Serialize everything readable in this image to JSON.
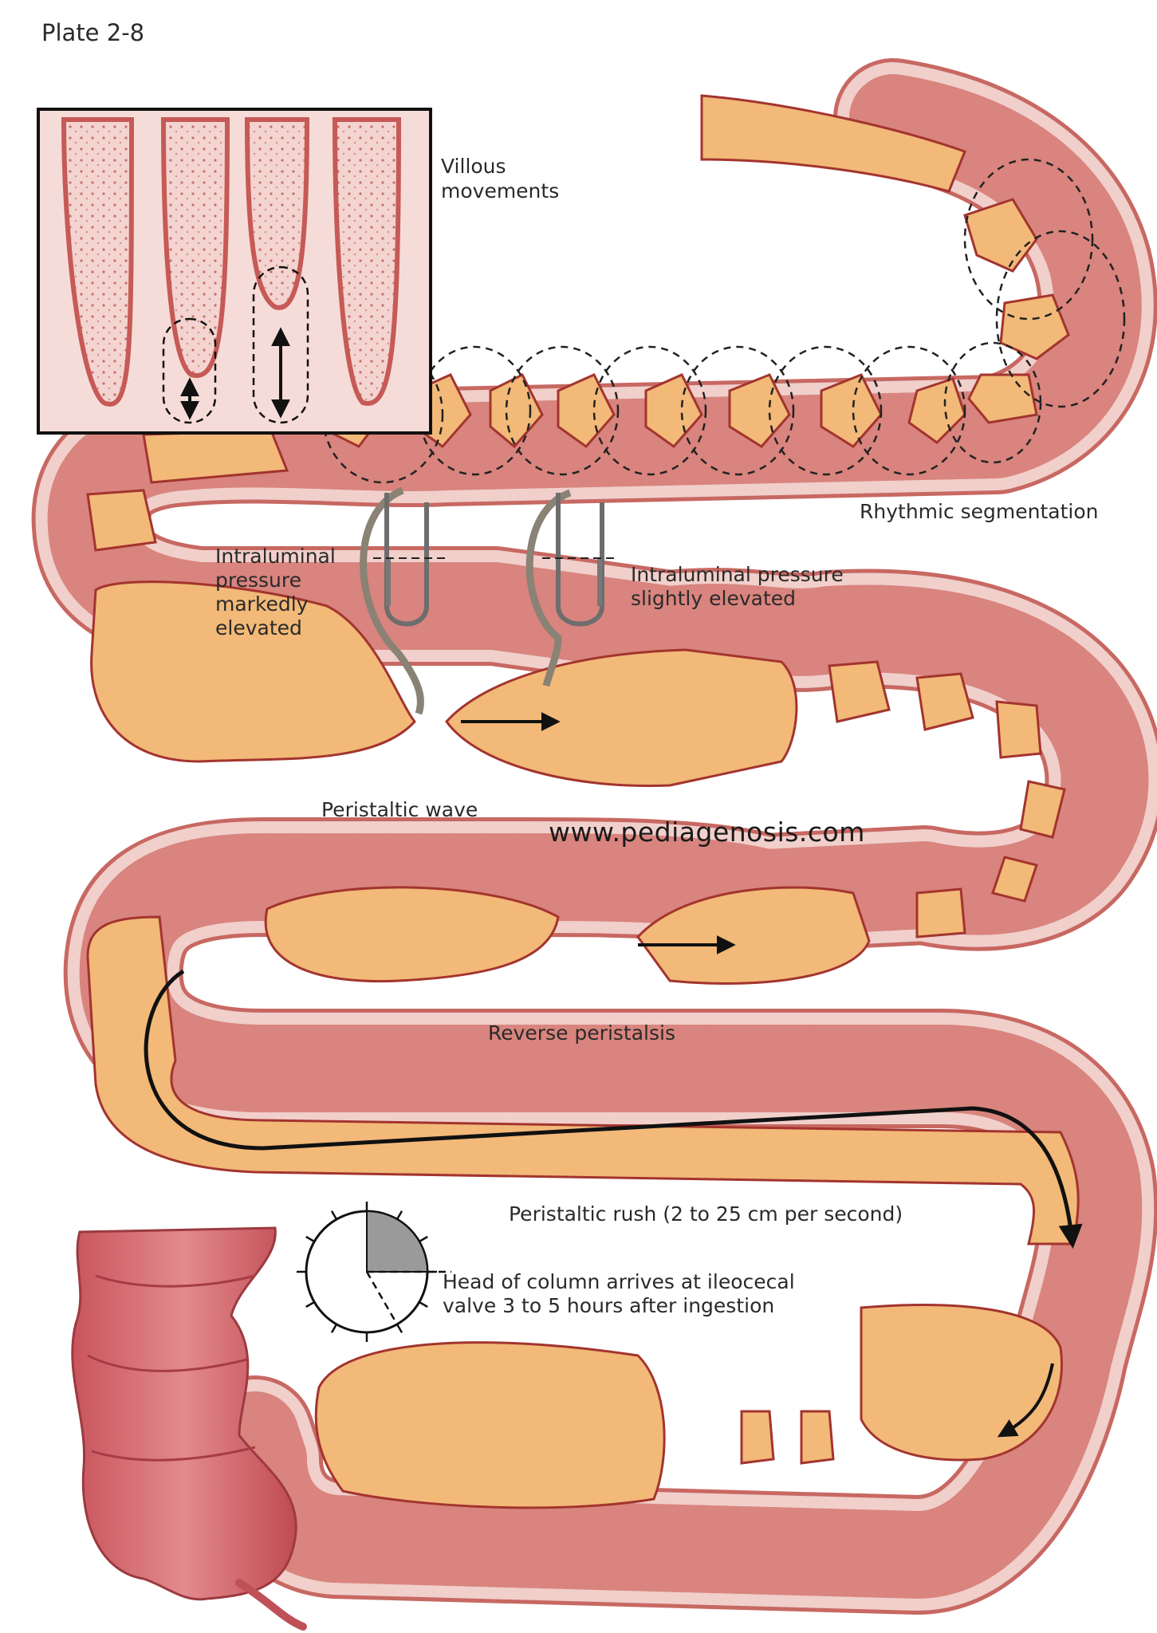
{
  "plate": "Plate 2-8",
  "labels": {
    "villous": [
      "Villous",
      "movements"
    ],
    "segmentation": "Rhythmic segmentation",
    "pressure_marked": [
      "Intraluminal",
      "pressure",
      "markedly",
      "elevated"
    ],
    "pressure_slight": [
      "Intraluminal pressure",
      "slightly elevated"
    ],
    "peristaltic_wave": "Peristaltic wave",
    "website": "www.pediagenosis.com",
    "reverse": "Reverse peristalsis",
    "rush": "Peristaltic rush (2 to 25 cm per second)",
    "arrival": [
      "Head of column arrives at ileocecal",
      "valve 3 to 5 hours after ingestion"
    ]
  },
  "clock": {
    "shaded_from_hour": 0,
    "shaded_to_hour": 3,
    "dashed_hours": [
      3,
      5
    ]
  },
  "colors": {
    "lumen": "#f2b979",
    "wall": "#f0c9c5",
    "wall_dark": "#b24a44",
    "mucosa": "#e08e88",
    "cecum": "#d9767a",
    "clock_shade": "#9a9a9a"
  }
}
